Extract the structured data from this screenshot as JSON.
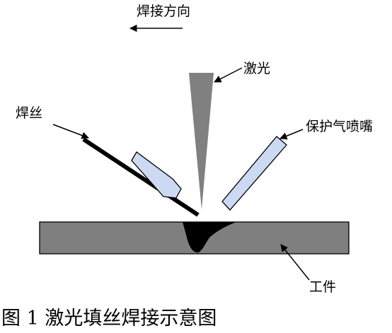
{
  "labels": {
    "direction": "焊接方向",
    "laser": "激光",
    "wire": "焊丝",
    "nozzle": "保护气喷嘴",
    "workpiece": "工件"
  },
  "caption": "图 1 激光填丝焊接示意图",
  "colors": {
    "workpiece": "#7f7f7f",
    "laser": "#808080",
    "nozzle": "#ccd9f2",
    "wire_guide": "#ccd9f2",
    "molten_pool": "#000000",
    "stroke": "#000000"
  }
}
